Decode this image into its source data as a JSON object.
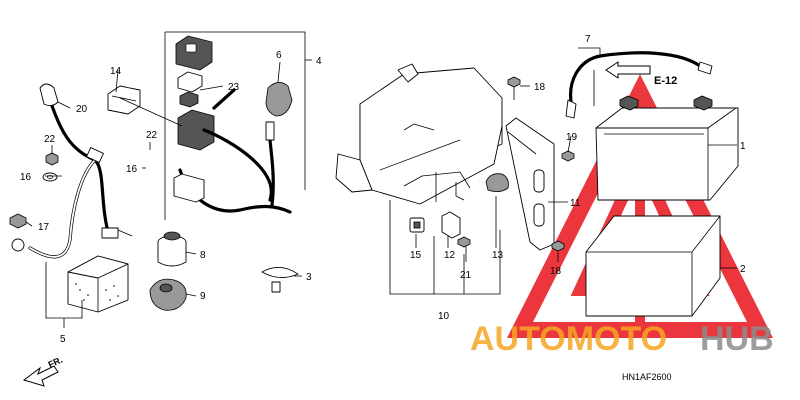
{
  "labels": {
    "p1": "1",
    "p2": "2",
    "p3": "3",
    "p4": "4",
    "p5": "5",
    "p6": "6",
    "p7": "7",
    "p8": "8",
    "p9": "9",
    "p10": "10",
    "p11": "11",
    "p12": "12",
    "p13": "13",
    "p14": "14",
    "p15": "15",
    "p16a": "16",
    "p16b": "16",
    "p17": "17",
    "p18a": "18",
    "p18b": "18",
    "p19": "19",
    "p20": "20",
    "p21": "21",
    "p22a": "22",
    "p22b": "22",
    "p23": "23"
  },
  "ref_arrow": "E-12",
  "front_marker": "FR.",
  "diagram_code": "HN1AF2600",
  "watermark": {
    "part1": "AUTOMOTO",
    "part2": "HUB"
  },
  "colors": {
    "watermark_red": "#e8141c",
    "watermark_orange": "#f5a623",
    "watermark_gray": "#8c8c8c"
  }
}
